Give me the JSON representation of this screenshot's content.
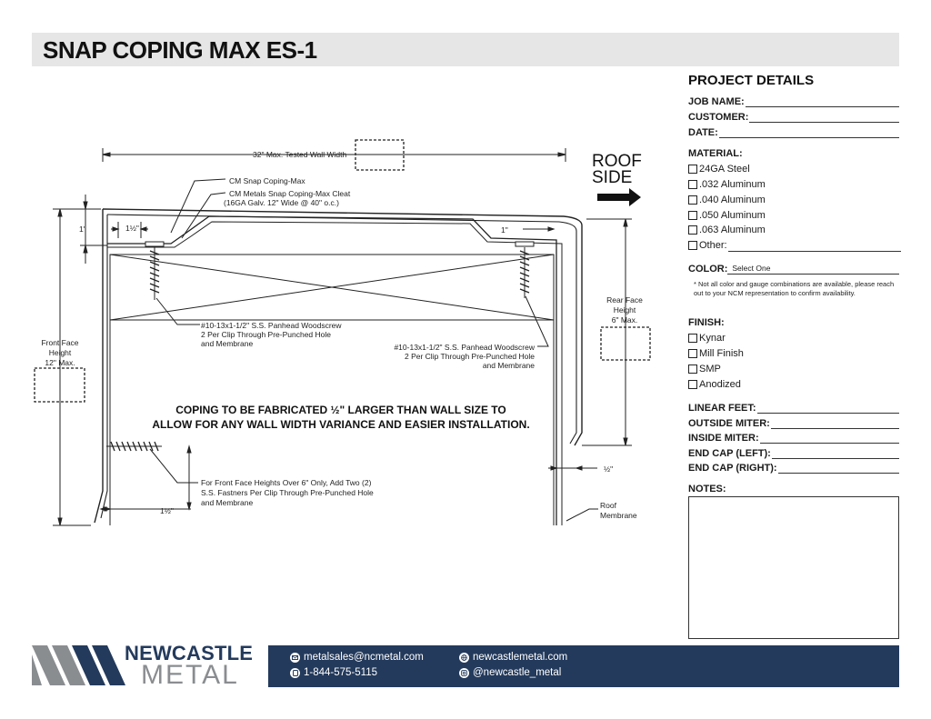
{
  "title": "SNAP COPING MAX ES-1",
  "drawing": {
    "tested_width": "32\" Max. Tested Wall Width",
    "coping_label": "CM Snap Coping-Max",
    "cleat_label_1": "CM Metals Snap Coping-Max Cleat",
    "cleat_label_2": "(16GA Galv. 12\" Wide @ 40\" o.c.)",
    "dim_1in_left": "1\"",
    "dim_1in_right": "1\"",
    "dim_half_top": "1½\"",
    "front_face_1": "Front Face",
    "front_face_2": "Height",
    "front_face_3": "12\" Max.",
    "rear_face_1": "Rear Face",
    "rear_face_2": "Height",
    "rear_face_3": "6\" Max.",
    "screw_left_1": "#10-13x1-1/2\" S.S. Panhead Woodscrew",
    "screw_left_2": "2 Per Clip Through Pre-Punched Hole",
    "screw_left_3": "and Membrane",
    "screw_right_1": "#10-13x1-1/2\" S.S. Panhead Woodscrew",
    "screw_right_2": "2 Per Clip Through Pre-Punched Hole",
    "screw_right_3": "and Membrane",
    "big_note_1": "COPING TO BE FABRICATED ½\" LARGER THAN WALL SIZE TO",
    "big_note_2": "ALLOW FOR ANY WALL WIDTH VARIANCE AND EASIER INSTALLATION.",
    "fastener_1": "For Front Face Heights Over 6\" Only, Add Two (2)",
    "fastener_2": "S.S. Fastners Per Clip Through Pre-Punched Hole",
    "fastener_3": "and Membrane",
    "dim_half_bottom": "1½\"",
    "dim_half_right": "½\"",
    "roof_membrane_1": "Roof",
    "roof_membrane_2": "Membrane",
    "roof_side_1": "ROOF",
    "roof_side_2": "SIDE"
  },
  "project": {
    "heading": "PROJECT DETAILS",
    "job_name": "JOB NAME:",
    "customer": "CUSTOMER:",
    "date": "DATE:",
    "material_heading": "MATERIAL:",
    "materials": [
      "24GA Steel",
      ".032 Aluminum",
      ".040 Aluminum",
      ".050 Aluminum",
      ".063 Aluminum"
    ],
    "other": "Other:",
    "color_label": "COLOR:",
    "color_value": "Select One",
    "note": "* Not all color and gauge combinations are available, please reach out to your NCM representation to confirm availability.",
    "finish_heading": "FINISH:",
    "finishes": [
      "Kynar",
      "Mill Finish",
      "SMP",
      "Anodized"
    ],
    "linear_feet": "LINEAR FEET:",
    "outside_miter": "OUTSIDE MITER:",
    "inside_miter": "INSIDE MITER:",
    "end_cap_left": "END CAP (LEFT):",
    "end_cap_right": "END CAP (RIGHT):",
    "notes_heading": "NOTES:"
  },
  "footer": {
    "logo_line1": "NEWCASTLE",
    "logo_line2": "METAL",
    "email": "metalsales@ncmetal.com",
    "phone": "1-844-575-5115",
    "website": "newcastlemetal.com",
    "social": "@newcastle_metal",
    "brand_navy": "#233a5c",
    "brand_gray": "#8a8d90"
  }
}
